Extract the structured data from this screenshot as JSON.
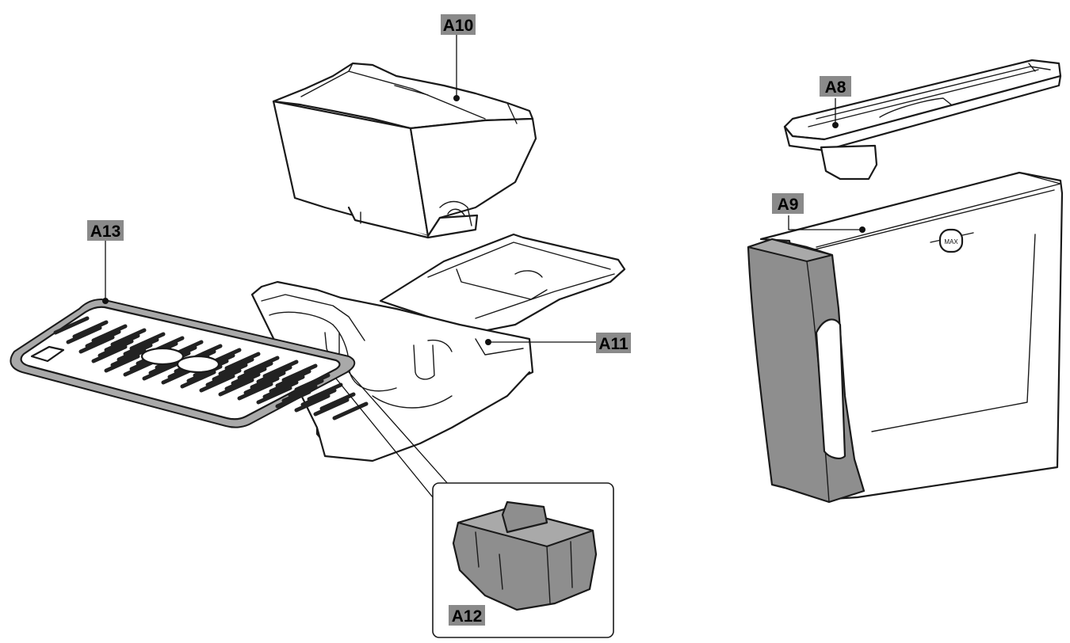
{
  "labels": {
    "a8": "A8",
    "a9": "A9",
    "a10": "A10",
    "a11": "A11",
    "a12": "A12",
    "a13": "A13"
  },
  "water_tank_mark": "MAX",
  "colors": {
    "line": "#1a1a1a",
    "label_background": "#8a8a8a",
    "shaded_part": "#8e8e8e"
  }
}
